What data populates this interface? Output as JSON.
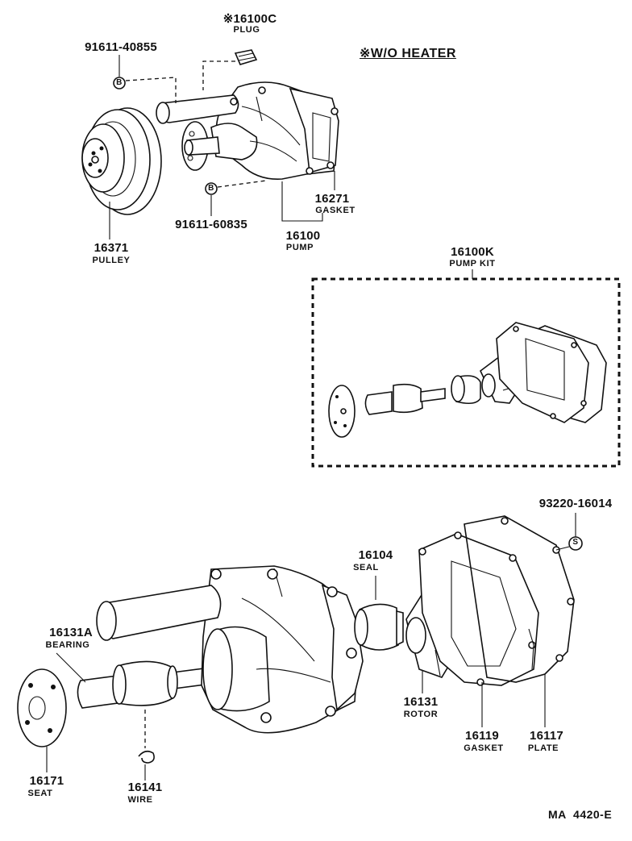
{
  "note": "※W/O HEATER",
  "parts": {
    "plug": {
      "number": "※16100C",
      "name": "PLUG"
    },
    "bolt_top": {
      "number": "91611-40855",
      "marker": "B"
    },
    "bolt_bottom": {
      "number": "91611-60835",
      "marker": "B"
    },
    "pulley": {
      "number": "16371",
      "name": "PULLEY"
    },
    "gasket_top": {
      "number": "16271",
      "name": "GASKET"
    },
    "pump": {
      "number": "16100",
      "name": "PUMP"
    },
    "pump_kit": {
      "number": "16100K",
      "name": "PUMP KIT"
    },
    "stud": {
      "number": "93220-16014",
      "marker": "S"
    },
    "seal": {
      "number": "16104",
      "name": "SEAL"
    },
    "bearing": {
      "number": "16131A",
      "name": "BEARING"
    },
    "rotor": {
      "number": "16131",
      "name": "ROTOR"
    },
    "gasket_bottom": {
      "number": "16119",
      "name": "GASKET"
    },
    "plate": {
      "number": "16117",
      "name": "PLATE"
    },
    "seat": {
      "number": "16171",
      "name": "SEAT"
    },
    "wire": {
      "number": "16141",
      "name": "WIRE"
    }
  },
  "reference": "MA  4420-E"
}
